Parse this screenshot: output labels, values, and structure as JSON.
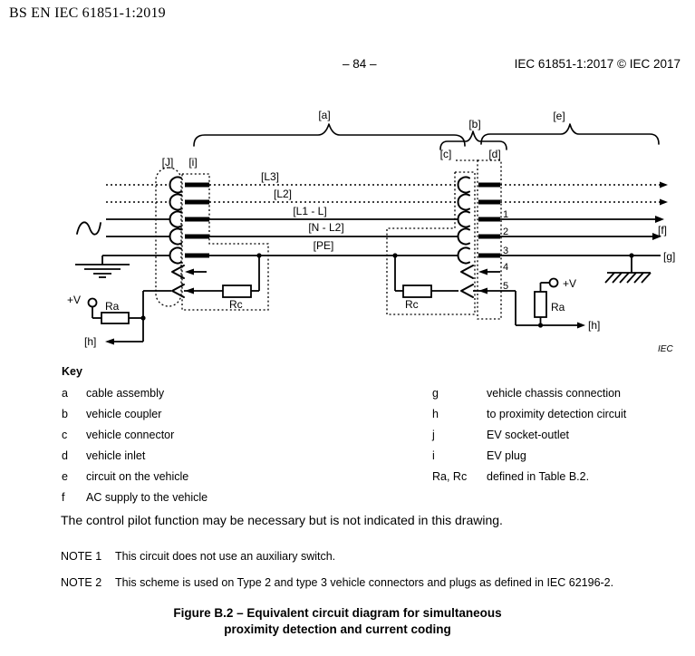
{
  "header": {
    "standard": "BS EN IEC 61851-1:2019",
    "page": "– 84 –",
    "copyright": "IEC 61851-1:2017 © IEC 2017"
  },
  "diagram": {
    "braces": {
      "a": "[a]",
      "b": "[b]",
      "e": "[e]"
    },
    "connector_labels": {
      "j": "[J]",
      "i": "[i]",
      "c": "[c]",
      "d": "[d]"
    },
    "line_labels": {
      "l3": "[L3]",
      "l2": "[L2]",
      "l1": "[L1 - L]",
      "n": "[N - L2]",
      "pe": "[PE]"
    },
    "pins": [
      "1",
      "2",
      "3",
      "4",
      "5"
    ],
    "terminals": {
      "f": "[f]",
      "g": "[g]",
      "h_left": "[h]",
      "h_right": "[h]",
      "v_left": "+V",
      "v_right": "+V"
    },
    "resistors": {
      "ra_left": "Ra",
      "rc_left": "Rc",
      "rc_right": "Rc",
      "ra_right": "Ra"
    },
    "iec": "IEC"
  },
  "key": {
    "title": "Key",
    "left": [
      {
        "k": "a",
        "v": "cable assembly"
      },
      {
        "k": "b",
        "v": "vehicle coupler"
      },
      {
        "k": "c",
        "v": "vehicle connector"
      },
      {
        "k": "d",
        "v": "vehicle inlet"
      },
      {
        "k": "e",
        "v": "circuit on the vehicle"
      },
      {
        "k": "f",
        "v": "AC supply to the vehicle"
      }
    ],
    "right": [
      {
        "k": "g",
        "v": "vehicle chassis connection"
      },
      {
        "k": "h",
        "v": "to proximity detection circuit"
      },
      {
        "k": "j",
        "v": "EV socket-outlet"
      },
      {
        "k": "i",
        "v": "EV plug"
      },
      {
        "k": "Ra, Rc",
        "v": "defined in Table B.2."
      }
    ]
  },
  "body": {
    "paragraph": "The control pilot function may be necessary but is not indicated in this drawing.",
    "note1_label": "NOTE 1",
    "note1": "This circuit does not use an auxiliary switch.",
    "note2_label": "NOTE 2",
    "note2": "This scheme is used on Type 2 and type 3 vehicle connectors and plugs as defined in IEC 62196-2.",
    "caption_line1": "Figure B.2 – Equivalent circuit diagram for simultaneous",
    "caption_line2": "proximity detection and current coding"
  }
}
